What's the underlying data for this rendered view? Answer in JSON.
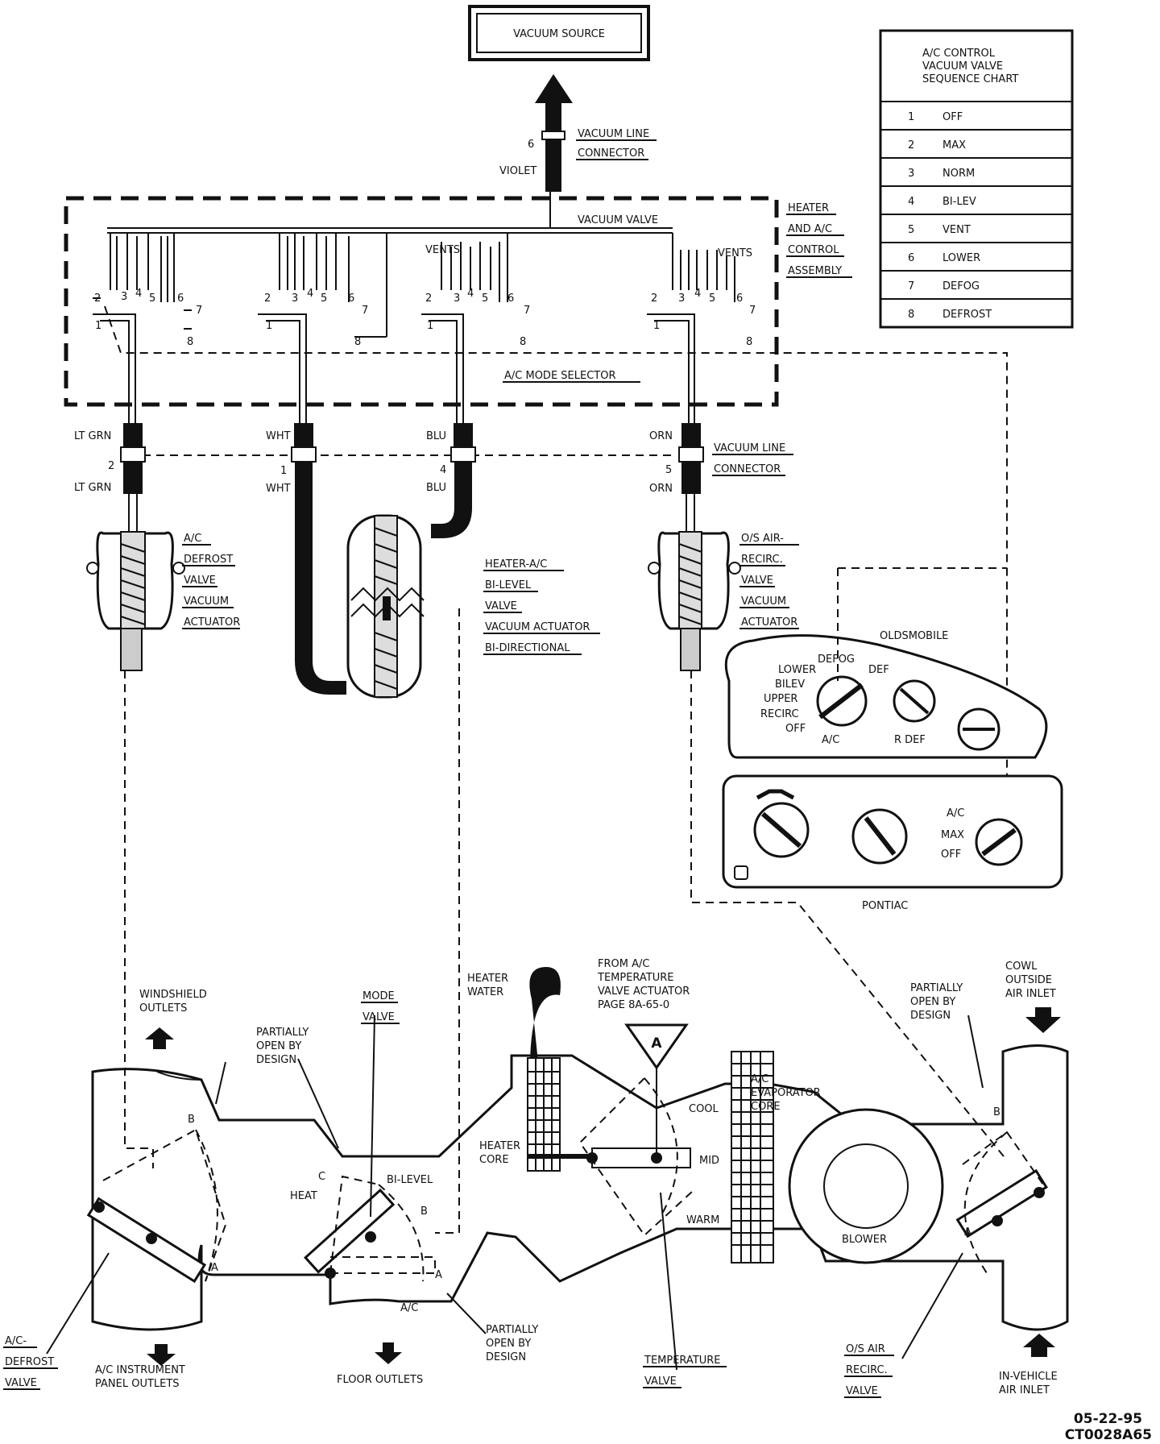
{
  "vacuum_source": "VACUUM SOURCE",
  "vacuum_line_connector_top": [
    "VACUUM LINE",
    "CONNECTOR"
  ],
  "violet": "VIOLET",
  "port6": "6",
  "vacuum_valve": "VACUUM VALVE",
  "control_assembly": [
    "HEATER",
    "AND A/C",
    "CONTROL",
    "ASSEMBLY"
  ],
  "vents": "VENTS",
  "mode_selector": "A/C MODE SELECTOR",
  "port_numbers": [
    "1",
    "2",
    "3",
    "4",
    "5",
    "6",
    "7",
    "8"
  ],
  "sequence_chart": {
    "title": [
      "A/C CONTROL",
      "VACUUM VALVE",
      "SEQUENCE CHART"
    ],
    "rows": [
      {
        "num": "1",
        "label": "OFF"
      },
      {
        "num": "2",
        "label": "MAX"
      },
      {
        "num": "3",
        "label": "NORM"
      },
      {
        "num": "4",
        "label": "BI-LEV"
      },
      {
        "num": "5",
        "label": "VENT"
      },
      {
        "num": "6",
        "label": "LOWER"
      },
      {
        "num": "7",
        "label": "DEFOG"
      },
      {
        "num": "8",
        "label": "DEFROST"
      }
    ]
  },
  "hoses": {
    "lt_grn": "LT GRN",
    "wht": "WHT",
    "blu": "BLU",
    "orn": "ORN",
    "n2": "2",
    "n1": "1",
    "n4": "4",
    "n5": "5"
  },
  "vacuum_line_connector_mid": [
    "VACUUM LINE",
    "CONNECTOR"
  ],
  "defrost_actuator": [
    "A/C",
    "DEFROST",
    "VALVE",
    "VACUUM",
    "ACTUATOR"
  ],
  "bilevel_actuator": [
    "HEATER-A/C",
    "BI-LEVEL",
    "VALVE",
    "VACUUM ACTUATOR",
    "BI-DIRECTIONAL"
  ],
  "recirc_actuator": [
    "O/S AIR-",
    "RECIRC.",
    "VALVE",
    "VACUUM",
    "ACTUATOR"
  ],
  "oldsmobile": {
    "title": "OLDSMOBILE",
    "labels": [
      "LOWER",
      "DEFOG",
      "DEF",
      "BILEV",
      "UPPER",
      "RECIRC",
      "OFF",
      "A/C",
      "R DEF"
    ]
  },
  "pontiac": {
    "title": "PONTIAC",
    "labels": [
      "A/C",
      "MAX",
      "OFF"
    ]
  },
  "duct": {
    "windshield_outlets": [
      "WINDSHIELD",
      "OUTLETS"
    ],
    "partially_open_1": [
      "PARTIALLY",
      "OPEN BY",
      "DESIGN"
    ],
    "mode_valve": [
      "MODE",
      "VALVE"
    ],
    "heater_water": [
      "HEATER",
      "WATER"
    ],
    "from_ac": [
      "FROM A/C",
      "TEMPERATURE",
      "VALVE ACTUATOR",
      "PAGE 8A-65-0"
    ],
    "triangle_label": "A",
    "partially_open_2": [
      "PARTIALLY",
      "OPEN BY",
      "DESIGN"
    ],
    "cowl": [
      "COWL",
      "OUTSIDE",
      "AIR INLET"
    ],
    "evaporator": [
      "A/C",
      "EVAPORATOR",
      "CORE"
    ],
    "cool": "COOL",
    "mid": "MID",
    "warm": "WARM",
    "heater_core": [
      "HEATER",
      "CORE"
    ],
    "blower": "BLOWER",
    "heat": "HEAT",
    "bi_level": "BI-LEVEL",
    "ac": "A/C",
    "letter_a": "A",
    "letter_b": "B",
    "letter_c": "C",
    "ac_defrost_valve": [
      "A/C-",
      "DEFROST",
      "VALVE"
    ],
    "ac_instrument": [
      "A/C INSTRUMENT",
      "PANEL OUTLETS"
    ],
    "floor_outlets": "FLOOR OUTLETS",
    "partially_open_3": [
      "PARTIALLY",
      "OPEN BY",
      "DESIGN"
    ],
    "temperature_valve": [
      "TEMPERATURE",
      "VALVE"
    ],
    "recirc_valve": [
      "O/S AIR",
      "RECIRC.",
      "VALVE"
    ],
    "in_vehicle": [
      "IN-VEHICLE",
      "AIR INLET"
    ]
  },
  "figure_id": [
    "05-22-95",
    "CT0028A65"
  ]
}
